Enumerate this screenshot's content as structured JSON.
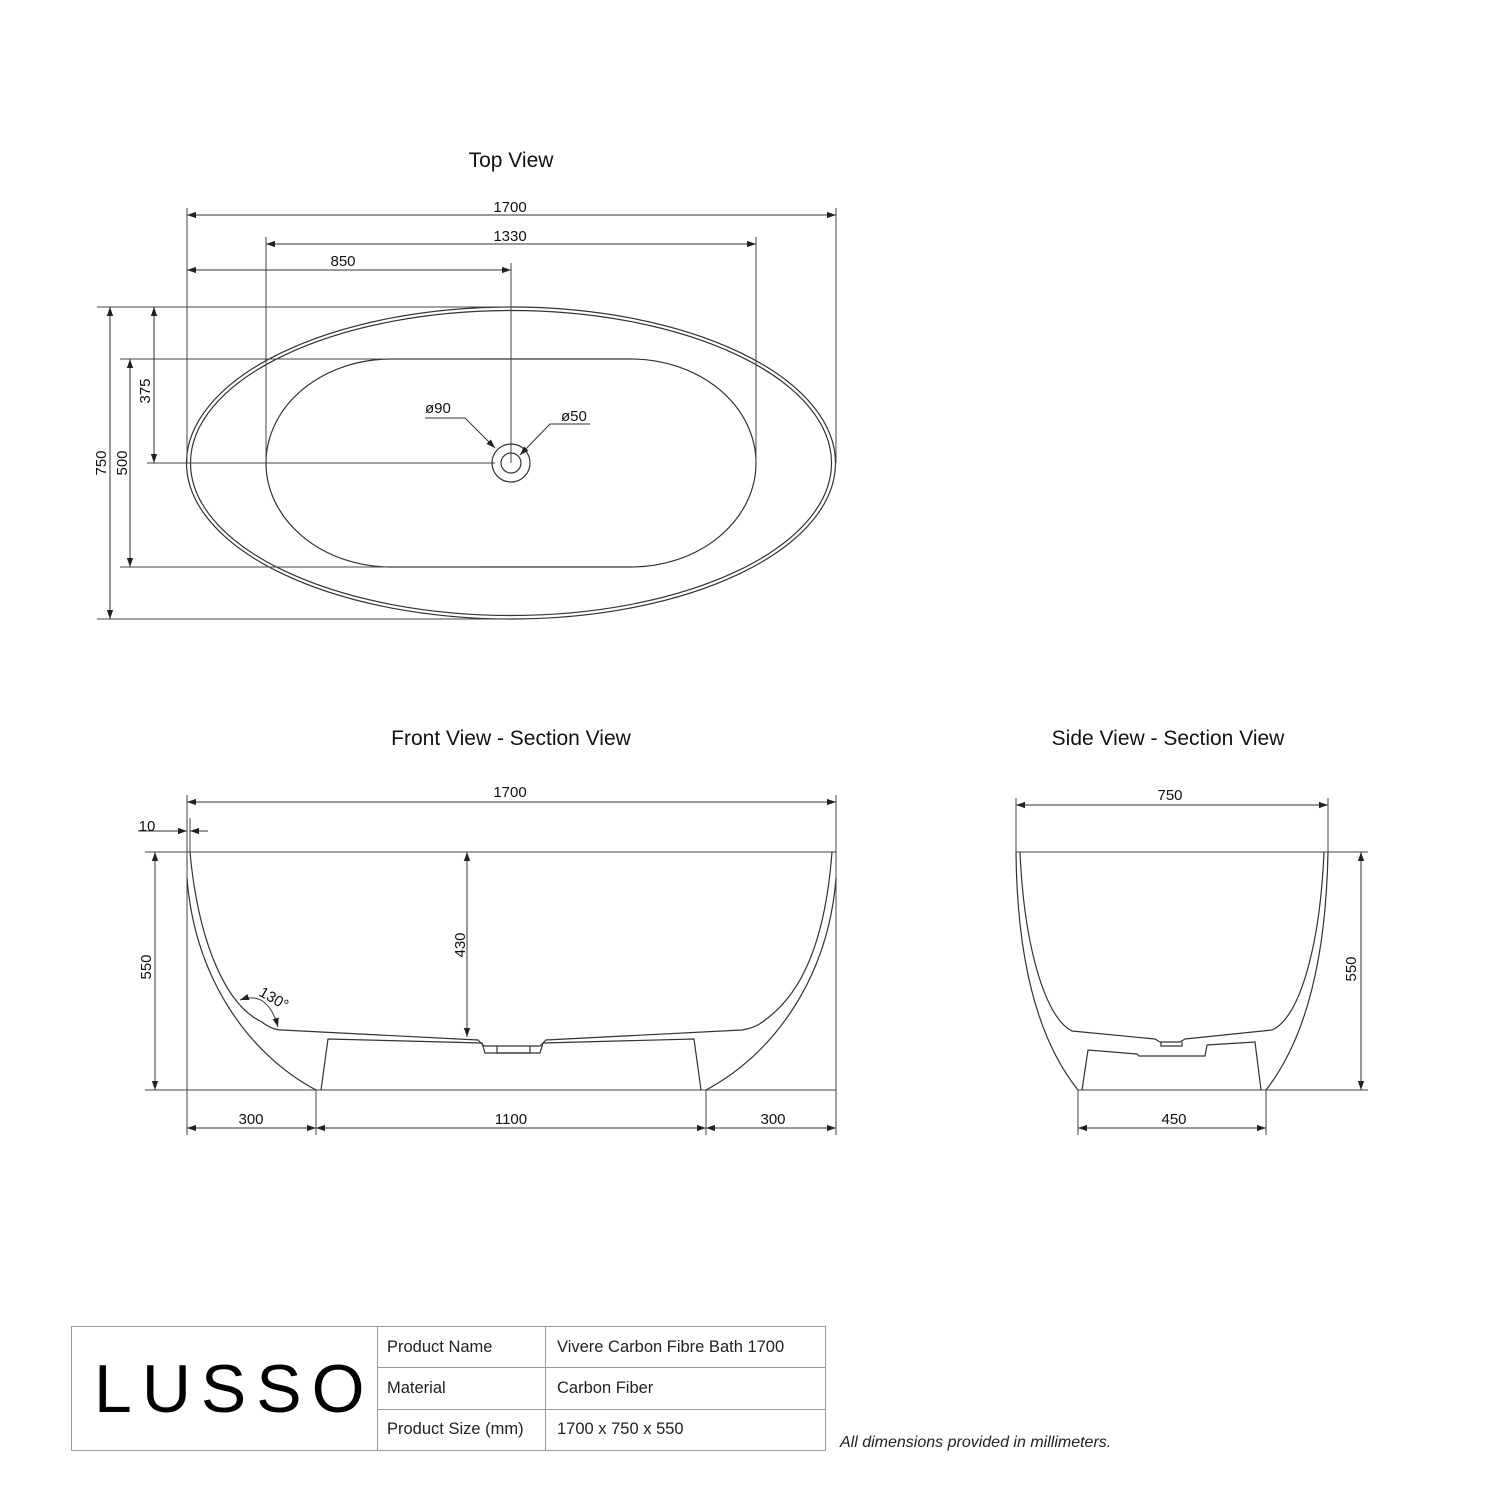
{
  "views": {
    "top": {
      "title": "Top View",
      "dims": {
        "overall_length": "1700",
        "inner_length": "1330",
        "center_offset": "850",
        "overall_width": "750",
        "inner_width": "500",
        "drain_offset": "375",
        "waste_outer": "ø90",
        "waste_inner": "ø50"
      }
    },
    "front": {
      "title": "Front View - Section View",
      "dims": {
        "overall_length": "1700",
        "wall": "10",
        "height": "550",
        "depth": "430",
        "angle": "130°",
        "left_base": "300",
        "base": "1100",
        "right_base": "300"
      }
    },
    "side": {
      "title": "Side View - Section View",
      "dims": {
        "overall_width": "750",
        "height": "550",
        "base": "450"
      }
    }
  },
  "spec_table": {
    "brand": "LUSSO",
    "rows": [
      {
        "label": "Product Name",
        "value": "Vivere Carbon Fibre Bath 1700"
      },
      {
        "label": "Material",
        "value": "Carbon Fiber"
      },
      {
        "label": "Product Size (mm)",
        "value": "1700 x 750 x 550"
      }
    ]
  },
  "note": "All dimensions provided in millimeters."
}
